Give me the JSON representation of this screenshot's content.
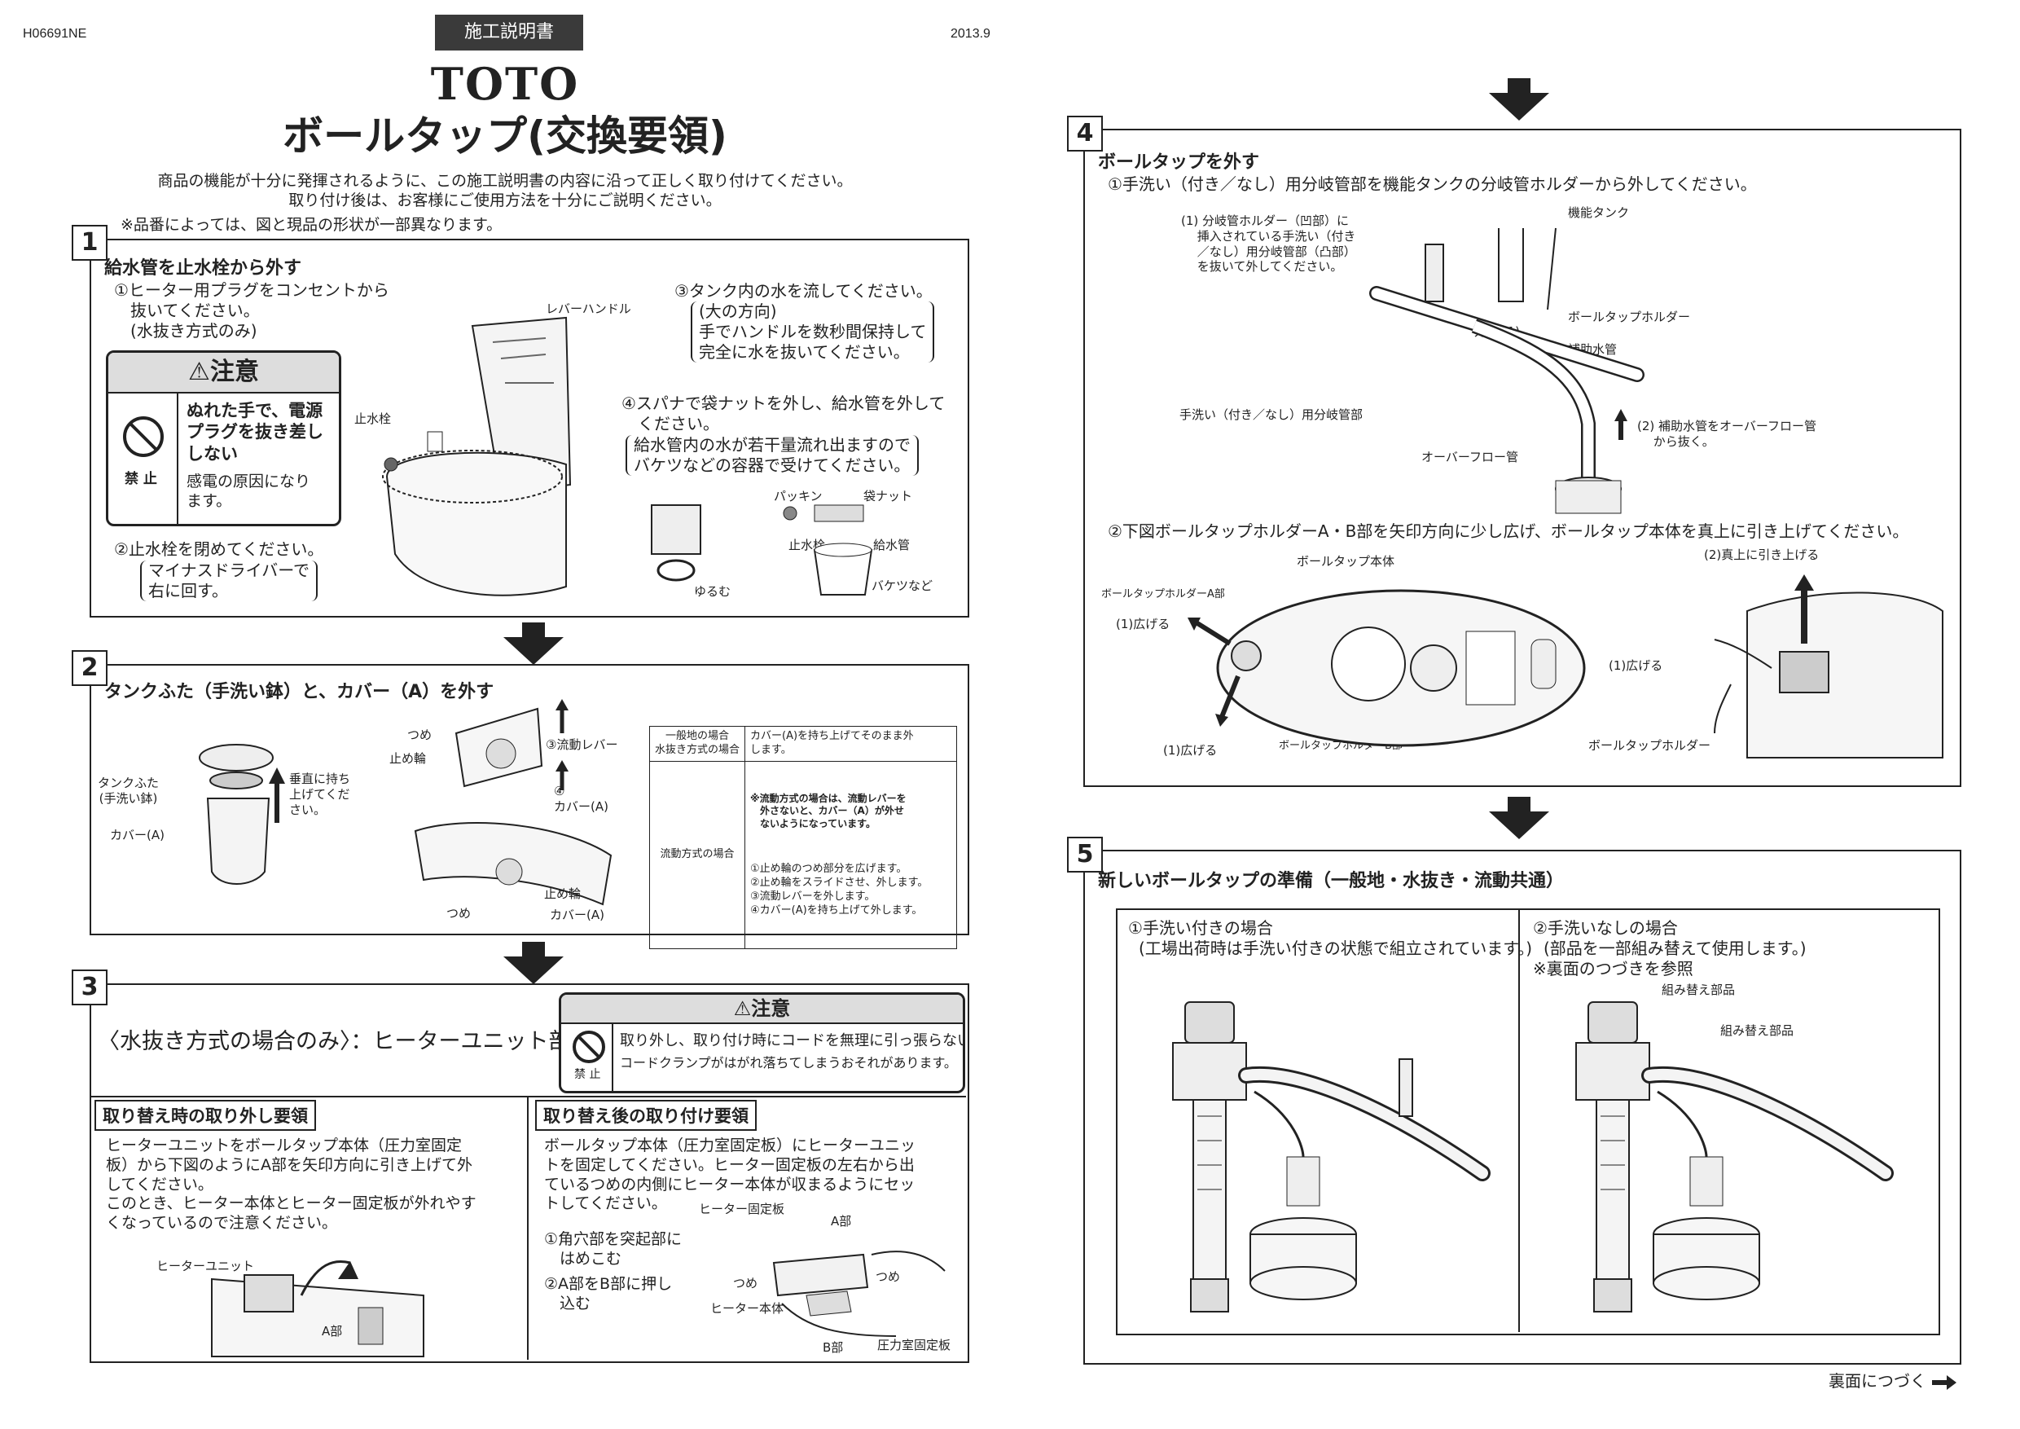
{
  "header": {
    "doc_number": "H06691NE",
    "doc_type": "施工説明書",
    "date": "2013.9",
    "brand": "TOTO",
    "title": "ボールタップ(交換要領)",
    "intro_line1": "商品の機能が十分に発揮されるように、この施工説明書の内容に沿って正しく取り付けてください。",
    "intro_line2": "取り付け後は、お客様にご使用方法を十分にご説明ください。",
    "note": "※品番によっては、図と現品の形状が一部異なります。"
  },
  "step1": {
    "number": "1",
    "heading": "給水管を止水栓から外す",
    "s1": "①ヒーター用プラグをコンセントから\n　抜いてください。\n　(水抜き方式のみ)",
    "s2": "②止水栓を閉めてください。",
    "s2_note": "マイナスドライバーで\n右に回す。",
    "s3": "③タンク内の水を流してください。",
    "s3_note": "(大の方向)\n手でハンドルを数秒間保持して\n完全に水を抜いてください。",
    "s4": "④スパナで袋ナットを外し、給水管を外して\n　ください。",
    "s4_note": "給水管内の水が若干量流れ出ますので\nバケツなどの容器で受けてください。",
    "caution_title": "注意",
    "caution_text": "ぬれた手で、電源\nプラグを抜き差し\nしない",
    "caution_sub": "感電の原因になり\nます。",
    "prohibit_label": "禁 止",
    "lbl_lever": "レバーハンドル",
    "lbl_valve": "止水栓",
    "lbl_packing": "パッキン",
    "lbl_nut": "袋ナット",
    "lbl_valve2": "止水栓",
    "lbl_supply": "給水管",
    "lbl_loosen": "ゆるむ",
    "lbl_bucket": "バケツなど"
  },
  "step2": {
    "number": "2",
    "heading": "タンクふた（手洗い鉢）と、カバー（A）を外す",
    "lbl_lid": "タンクふた\n(手洗い鉢)",
    "lbl_cover": "カバー(A)",
    "lbl_lift": "垂直に持ち\n上げてくだ\nさい。",
    "lbl_claw": "つめ",
    "lbl_ring": "止め輪",
    "lbl_flow_lever": "③流動レバー",
    "lbl_coverA": "④\nカバー(A)",
    "lbl_ring2": "止め輪",
    "lbl_claw2": "つめ",
    "lbl_cover2": "カバー(A)",
    "table": {
      "r1c1": "一般地の場合\n水抜き方式の場合",
      "r1c2": "カバー(A)を持ち上げてそのまま外\nします。",
      "r2c1": "流動方式の場合",
      "r2c2a": "※流動方式の場合は、流動レバーを\n　外さないと、カバー（A）が外せ\n　ないようになっています。",
      "r2c2b": "①止め輪のつめ部分を広げます。\n②止め輪をスライドさせ、外します。\n③流動レバーを外します。\n④カバー(A)を持ち上げて外します。"
    }
  },
  "step3": {
    "number": "3",
    "heading": "〈水抜き方式の場合のみ〉：ヒーターユニット部",
    "caution_title": "注意",
    "caution_line1": "取り外し、取り付け時にコードを無理に引っ張らない",
    "caution_line2": "コードクランプがはがれ落ちてしまうおそれがあります。",
    "prohibit_label": "禁 止",
    "left_head": "取り替え時の取り外し要領",
    "left_text": "ヒーターユニットをボールタップ本体（圧力室固定\n板）から下図のようにA部を矢印方向に引き上げて外\nしてください。\nこのとき、ヒーター本体とヒーター固定板が外れやす\nくなっているので注意ください。",
    "lbl_heater_unit": "ヒーターユニット",
    "lbl_a": "A部",
    "right_head": "取り替え後の取り付け要領",
    "right_text": "ボールタップ本体（圧力室固定板）にヒーターユニッ\nトを固定してください。ヒーター固定板の左右から出\nているつめの内側にヒーター本体が収まるようにセッ\nトしてください。",
    "r1": "①角穴部を突起部に\n　はめこむ",
    "r2": "②A部をB部に押し\n　込む",
    "lbl_fix": "ヒーター固定板",
    "lbl_a2": "A部",
    "lbl_claw_l": "つめ",
    "lbl_claw_r": "つめ",
    "lbl_body": "ヒーター本体",
    "lbl_b": "B部",
    "lbl_plate": "圧力室固定板"
  },
  "step4": {
    "number": "4",
    "heading": "ボールタップを外す",
    "s1": "①手洗い（付き／なし）用分岐管部を機能タンクの分岐管ホルダーから外してください。",
    "n1": "(1) 分岐管ホルダー（凹部）に\n　 挿入されている手洗い（付き\n　 ／なし）用分岐管部（凸部）\n　 を抜いて外してください。",
    "lbl_tank": "機能タンク",
    "lbl_holder": "ボールタップホルダー",
    "lbl_aux": "補助水管",
    "lbl_remove": "外す (1)",
    "lbl_branch": "手洗い（付き／なし）用分岐管部",
    "n2": "(2) 補助水管をオーバーフロー管\n　 から抜く。",
    "lbl_overflow": "オーバーフロー管",
    "s2": "②下図ボールタップホルダーA・B部を矢印方向に少し広げ、ボールタップ本体を真上に引き上げてください。",
    "lbl_body": "ボールタップ本体",
    "lbl_holderA": "ボールタップホルダーA部",
    "lbl_widen1": "(1)広げる",
    "lbl_widen2": "(1)広げる",
    "lbl_holderB": "ボールタップホルダーB部",
    "lbl_pullup": "(2)真上に引き上げる",
    "lbl_widen3": "(1)広げる"
  },
  "step5": {
    "number": "5",
    "heading": "新しいボールタップの準備（一般地・水抜き・流動共通）",
    "left_title": "①手洗い付きの場合",
    "left_note": "(工場出荷時は手洗い付きの状態で組立されています。)",
    "right_title": "②手洗いなしの場合",
    "right_note": "(部品を一部組み替えて使用します。)",
    "right_ref": "※裏面のつづきを参照",
    "lbl_swap1": "組み替え部品",
    "lbl_swap2": "組み替え部品"
  },
  "footer": {
    "continue": "裏面につづく"
  }
}
